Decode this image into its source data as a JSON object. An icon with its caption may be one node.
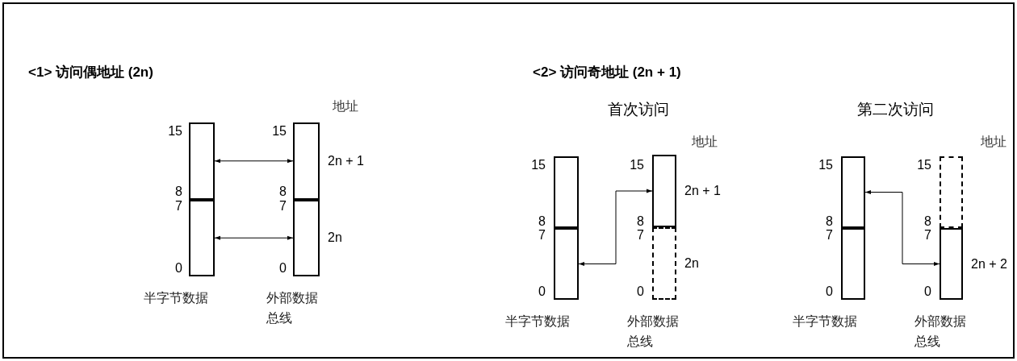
{
  "diagram": {
    "nodes": [
      {
        "text": [
          "半字节数据"
        ]
      },
      {
        "text": [],
        "shape": "box",
        "in": 0
      },
      {
        "text": [],
        "shape": "box",
        "in": 0
      },
      {
        "text": [
          "外部数据总线"
        ]
      },
      {
        "text": [],
        "shape": "box",
        "in": 3,
        "beside": [
          "2n + 1"
        ]
      },
      {
        "text": [],
        "shape": "box",
        "in": 3,
        "beside": [
          "2n"
        ]
      },
      {
        "text": [
          "半字节数据"
        ]
      },
      {
        "text": [],
        "shape": "box",
        "in": 6
      },
      {
        "text": [],
        "shape": "box",
        "in": 6
      },
      {
        "text": [
          "外部数据总线"
        ]
      },
      {
        "text": [],
        "shape": "box",
        "in": 9,
        "beside": [
          "2n + 1"
        ]
      },
      {
        "text": [],
        "shape": "box",
        "in": 9,
        "beside": [
          "2n"
        ]
      },
      {
        "text": [
          "半字节数据"
        ]
      },
      {
        "text": [],
        "shape": "box",
        "in": 12
      },
      {
        "text": [],
        "shape": "box",
        "in": 12
      },
      {
        "text": [
          "外部数据总线"
        ]
      },
      {
        "text": [],
        "shape": "box",
        "in": 15
      },
      {
        "text": [],
        "shape": "box",
        "in": 15,
        "beside": [
          "2n + 2"
        ]
      }
    ],
    "edges": [
      {
        "from": 1,
        "to": 4,
        "arrow": "both"
      },
      {
        "from": 2,
        "to": 5,
        "arrow": "both"
      },
      {
        "from": 8,
        "to": 10,
        "arrow": "both"
      },
      {
        "from": 13,
        "to": 17,
        "arrow": "both"
      }
    ],
    "labels": [
      "<1>  访问偶地址 (2n)",
      "<2>  访问奇地址 (2n + 1)",
      "地址",
      "15",
      "15",
      "8",
      "8",
      "7",
      "7",
      "0",
      "0",
      "首次访问",
      "第二次访问",
      "地址",
      "地址",
      "15",
      "15",
      "15",
      "15",
      "8",
      "8",
      "8",
      "8",
      "7",
      "7",
      "7",
      "7",
      "0",
      "0",
      "0",
      "0"
    ]
  }
}
